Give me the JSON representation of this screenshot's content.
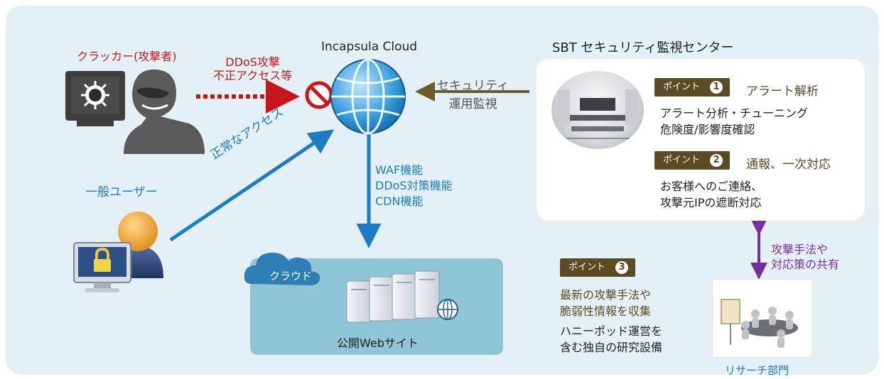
{
  "attacker": {
    "title": "クラッカー(攻撃者)"
  },
  "attack_label": {
    "line1": "DDoS攻撃",
    "line2": "不正アクセス等"
  },
  "cloud": {
    "name": "Incapsula Cloud"
  },
  "normal_user": {
    "title": "一般ユーザー",
    "access_label": "正常なアクセス"
  },
  "waf_features": [
    "WAF機能",
    "DDoS対策機能",
    "CDN機能"
  ],
  "security_ops": {
    "line1": "セキュリティ",
    "line2": "運用監視"
  },
  "soc": {
    "title": "SBT セキュリティ監視センター",
    "points": [
      {
        "badge": "ポイント",
        "num": "1",
        "title": "アラート解析",
        "lines": [
          "アラート分析・チューニング",
          "危険度/影響度確認"
        ]
      },
      {
        "badge": "ポイント",
        "num": "2",
        "title": "通報、一次対応",
        "lines": [
          "お客様へのご連絡、",
          "攻撃元IPの遮断対応"
        ]
      }
    ]
  },
  "share": {
    "line1": "攻撃手法や",
    "line2": "対応策の共有"
  },
  "point3": {
    "badge": "ポイント",
    "num": "3",
    "lines_brown": [
      "最新の攻撃手法や",
      "脆弱性情報を収集"
    ],
    "lines_black": [
      "ハニーポッド運営を",
      "含む独自の研究設備"
    ]
  },
  "research": {
    "caption": "リサーチ部門"
  },
  "web": {
    "cloud_tag": "クラウド",
    "caption": "公開Webサイト"
  },
  "colors": {
    "panel": "#e3f1f7",
    "attack_red": "#c8161d",
    "user_blue": "#1e7bc5",
    "point_brown": "#5c4a22",
    "share_purple": "#7a2fa0",
    "web_box": "#8ec6d8"
  },
  "icons": [
    "cracker-icon",
    "bug-icon",
    "prohibited-icon",
    "globe-icon",
    "user-icon",
    "lock-icon",
    "server-icon",
    "cloud-icon",
    "meeting-icon",
    "control-room-photo"
  ]
}
